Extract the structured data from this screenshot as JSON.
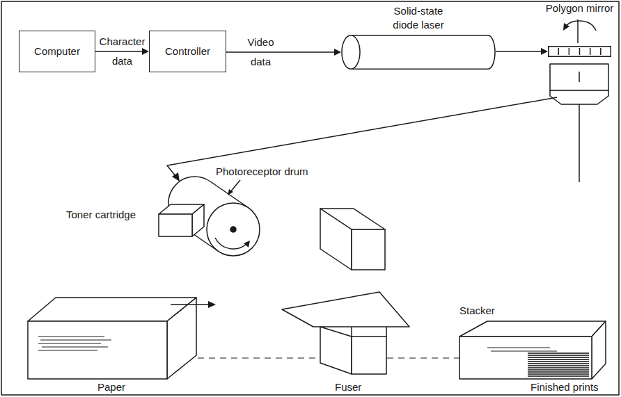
{
  "diagram": {
    "nodes": [
      {
        "text": [
          "Computer"
        ]
      },
      {
        "text": [
          "Controller"
        ]
      },
      {
        "text": [
          "Solid-state diode laser"
        ]
      },
      {
        "text": [
          "Polygon mirror"
        ]
      }
    ],
    "edges": [
      {
        "from": 0,
        "to": 1,
        "label": "Character data",
        "arrow": "to"
      },
      {
        "from": 1,
        "to": 2,
        "label": "Video data",
        "arrow": "to"
      },
      {
        "from": 2,
        "to": 3,
        "arrow": "to"
      }
    ],
    "labels": [
      "Photoreceptor drum",
      "Toner cartridge",
      "Stacker",
      "Paper",
      "Fuser",
      "Finished prints"
    ]
  }
}
